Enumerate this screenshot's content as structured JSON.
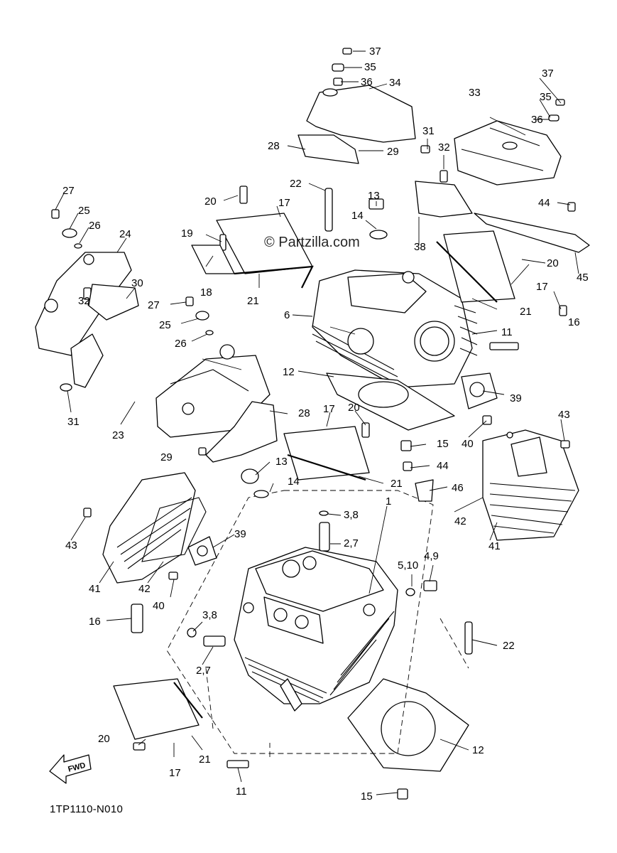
{
  "diagram": {
    "code": "1TP1110-N010",
    "watermark": "© Partzilla.com",
    "fwd_label": "FWD",
    "callouts": [
      "37",
      "35",
      "36",
      "34",
      "28",
      "29",
      "33",
      "37",
      "35",
      "36",
      "31",
      "32",
      "22",
      "13",
      "14",
      "44",
      "20",
      "17",
      "27",
      "25",
      "26",
      "24",
      "19",
      "18",
      "21",
      "30",
      "32",
      "27",
      "25",
      "26",
      "6",
      "17",
      "21",
      "16",
      "38",
      "45",
      "20",
      "11",
      "12",
      "39",
      "31",
      "23",
      "28",
      "17",
      "20",
      "15",
      "40",
      "43",
      "44",
      "46",
      "29",
      "13",
      "14",
      "21",
      "1",
      "3,8",
      "2,7",
      "42",
      "41",
      "43",
      "39",
      "42",
      "41",
      "40",
      "5,10",
      "4,9",
      "16",
      "3,8",
      "2,7",
      "22",
      "20",
      "21",
      "17",
      "12",
      "11",
      "15"
    ]
  }
}
